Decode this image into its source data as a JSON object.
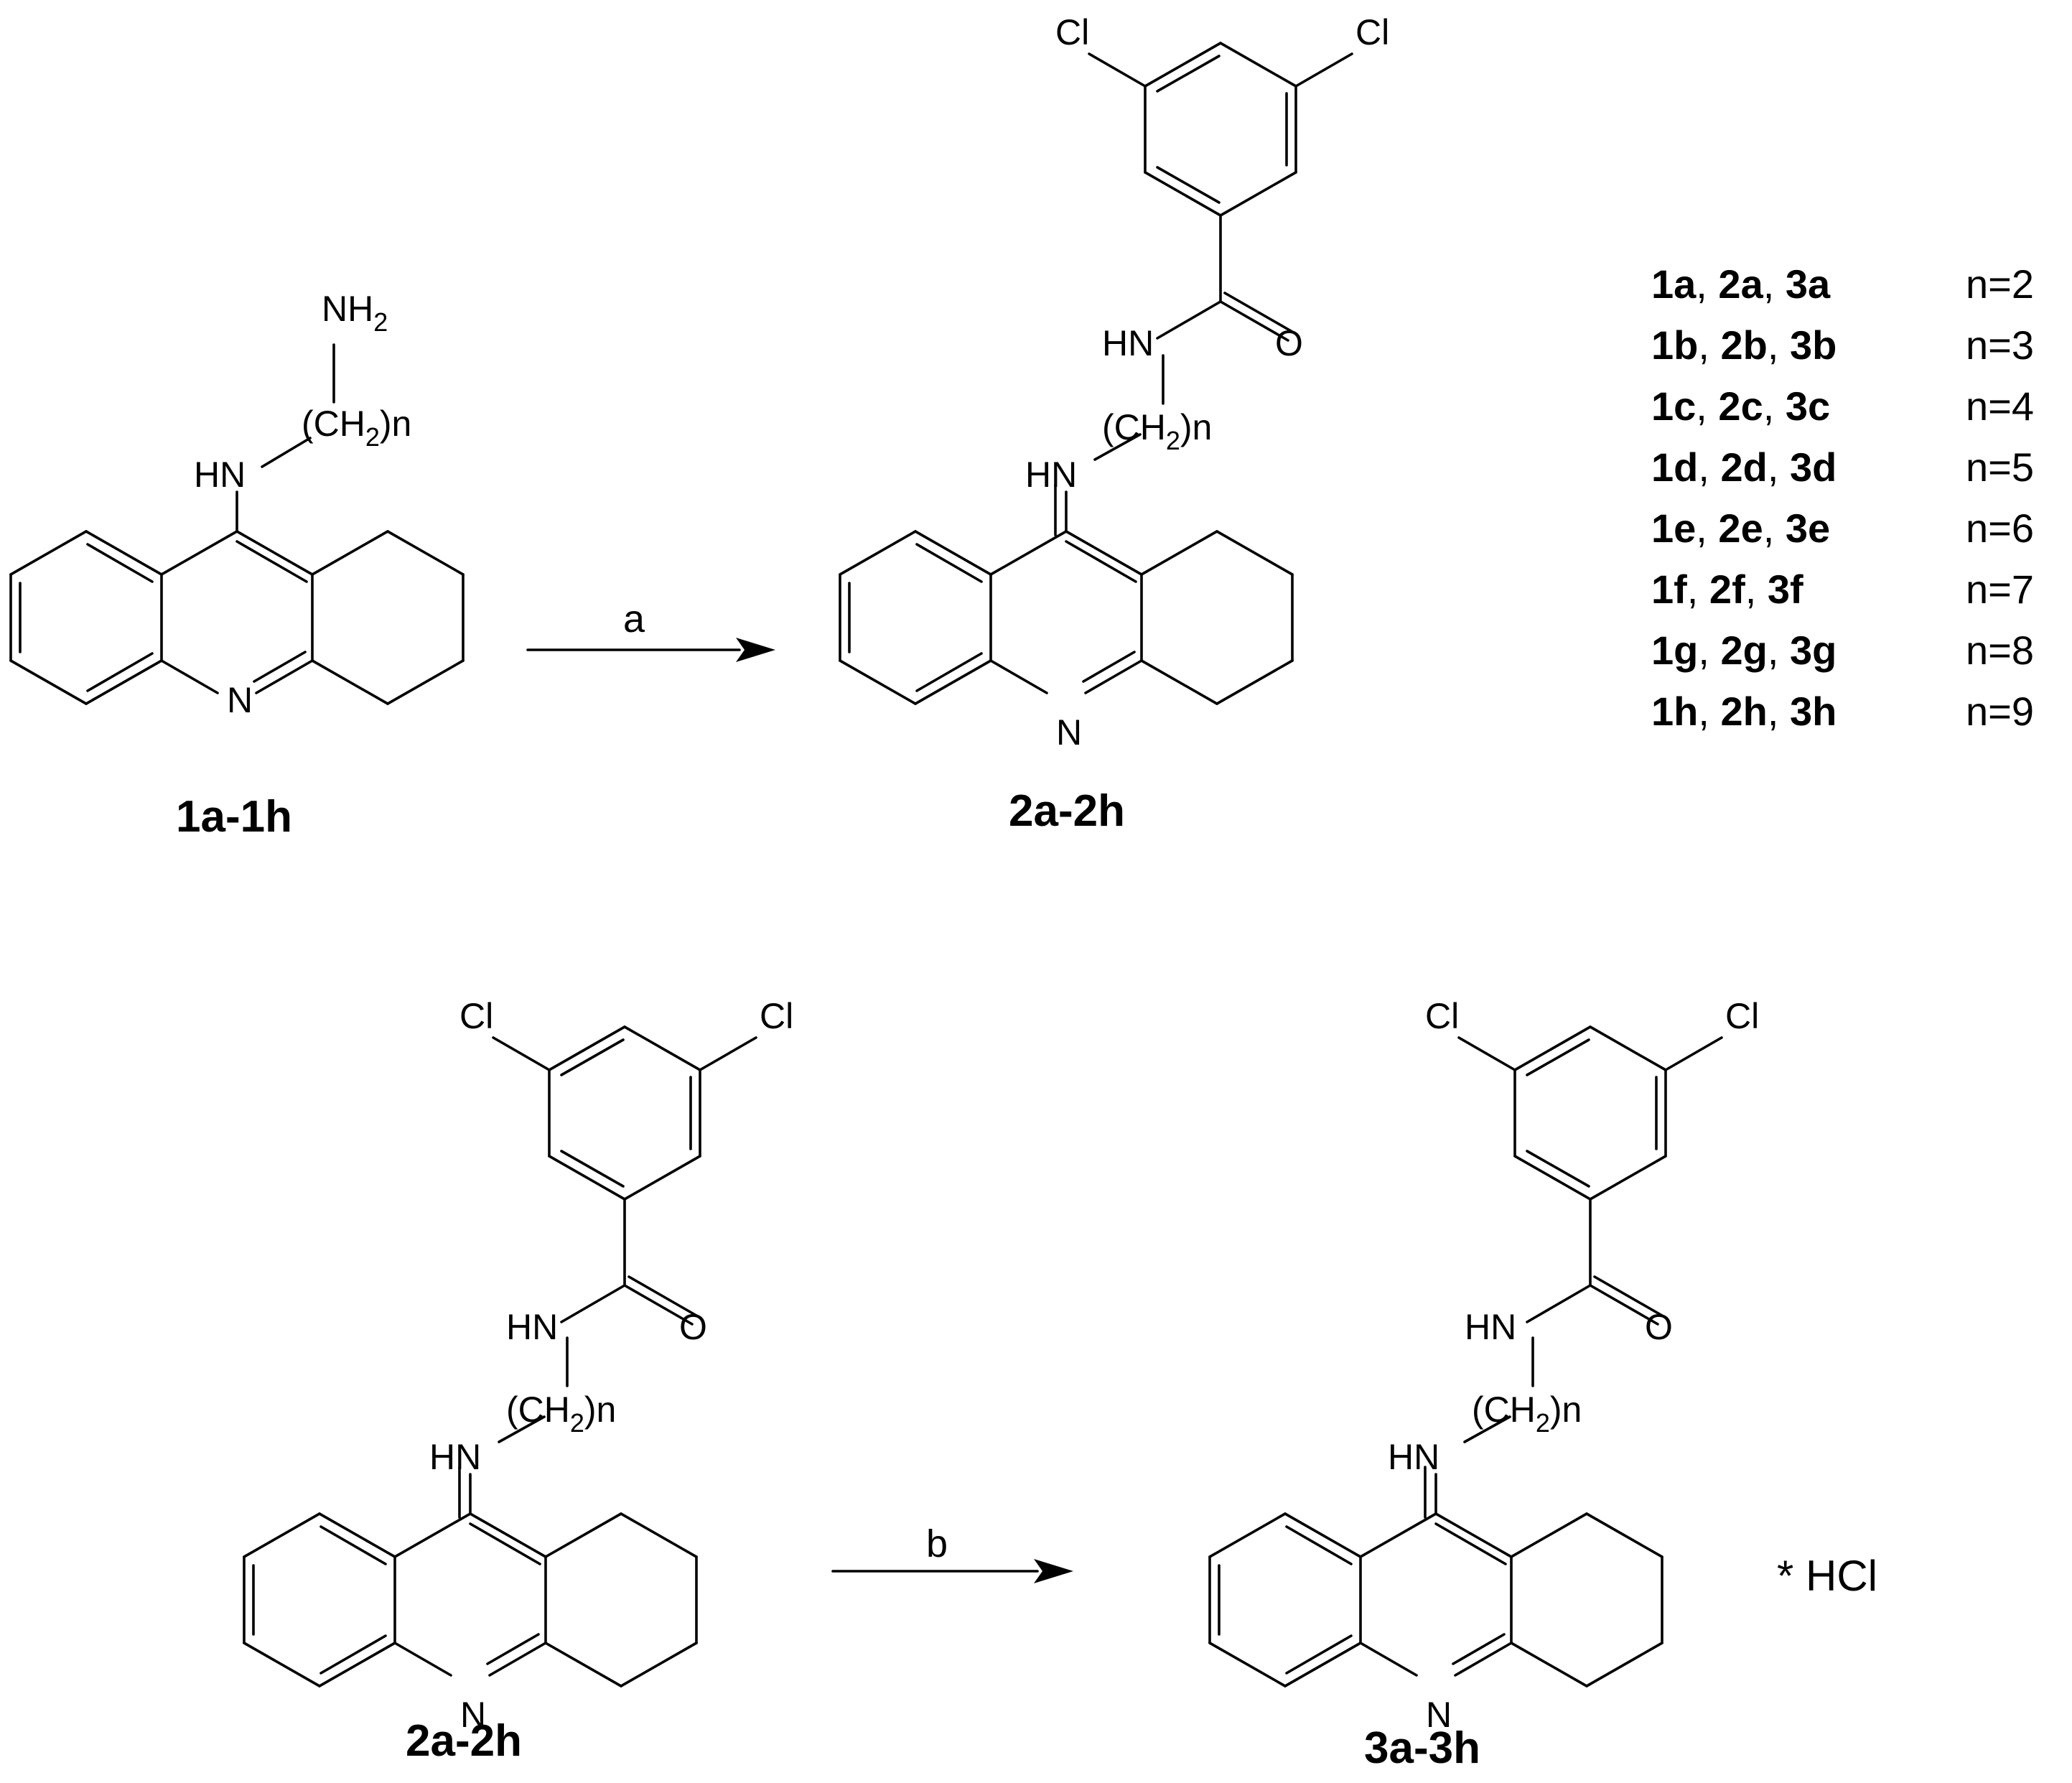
{
  "labels": {
    "amine": "NH",
    "two": "2",
    "nh": "HN",
    "ch_open": "(CH",
    "ch_close": ")n",
    "n": "N",
    "o": "O",
    "cl": "Cl"
  },
  "compounds": {
    "start": "1a-1h",
    "amide_top": "2a-2h",
    "amide_bottom": "2a-2h",
    "salt_product": "3a-3h"
  },
  "conditions": {
    "step_a": "a",
    "step_b": "b"
  },
  "salt": "* HCl",
  "legend": [
    {
      "c1": "1a",
      "c2": "2a",
      "c3": "3a",
      "n": "n=2"
    },
    {
      "c1": "1b",
      "c2": "2b",
      "c3": "3b",
      "n": "n=3"
    },
    {
      "c1": "1c",
      "c2": "2c",
      "c3": "3c",
      "n": "n=4"
    },
    {
      "c1": "1d",
      "c2": "2d",
      "c3": "3d",
      "n": "n=5"
    },
    {
      "c1": "1e",
      "c2": "2e",
      "c3": "3e",
      "n": "n=6"
    },
    {
      "c1": "1f",
      "c2": "2f",
      "c3": "3f",
      "n": "n=7"
    },
    {
      "c1": "1g",
      "c2": "2g",
      "c3": "3g",
      "n": "n=8"
    },
    {
      "c1": "1h",
      "c2": "2h",
      "c3": "3h",
      "n": "n=9"
    }
  ]
}
